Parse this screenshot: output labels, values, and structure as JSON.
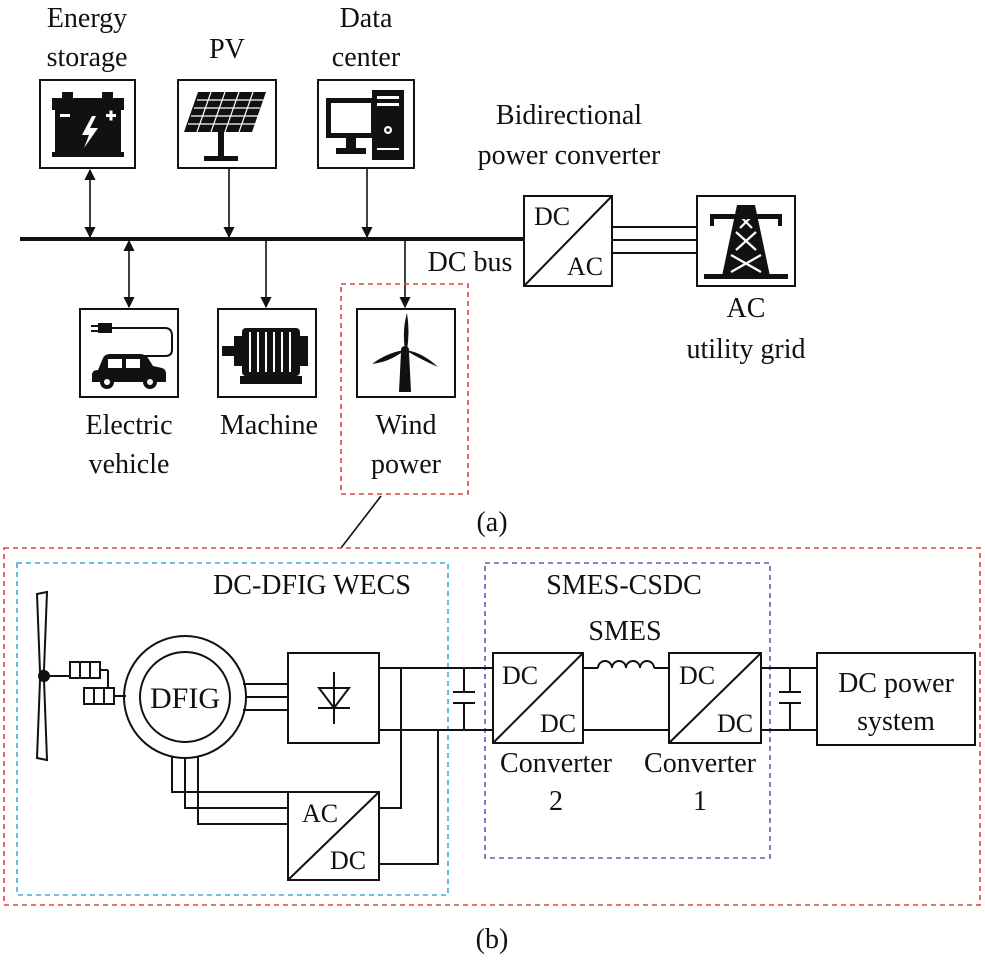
{
  "part_a": {
    "energy_storage_label": [
      "Energy",
      "storage"
    ],
    "pv_label": "PV",
    "data_center_label": [
      "Data",
      "center"
    ],
    "converter_title": [
      "Bidirectional",
      "power converter"
    ],
    "converter_dc": "DC",
    "converter_ac": "AC",
    "dc_bus_label": "DC bus",
    "grid_label": [
      "AC",
      "utility grid"
    ],
    "ev_label": [
      "Electric",
      "vehicle"
    ],
    "machine_label": "Machine",
    "wind_label": [
      "Wind",
      "power"
    ],
    "caption": "(a)"
  },
  "part_b": {
    "wecs_title": "DC-DFIG WECS",
    "dfig_label": "DFIG",
    "acdc_ac": "AC",
    "acdc_dc": "DC",
    "smes_group_title": "SMES-CSDC",
    "smes_label": "SMES",
    "conv2_top": "DC",
    "conv2_bottom": "DC",
    "conv2_label": [
      "Converter",
      "2"
    ],
    "conv1_top": "DC",
    "conv1_bottom": "DC",
    "conv1_label": [
      "Converter",
      "1"
    ],
    "dc_system_label": [
      "DC power",
      "system"
    ],
    "caption": "(b)"
  },
  "colors": {
    "line": "#111111",
    "wind_highlight_dashed": "#e0403f",
    "wecs_group_dashed": "#3bb0d6",
    "smes_group_dashed": "#7b4fb0"
  },
  "icons": [
    "battery-icon",
    "solar-panel-icon",
    "computer-icon",
    "transmission-tower-icon",
    "electric-car-icon",
    "motor-icon",
    "wind-turbine-icon",
    "turbine-blade-icon",
    "gearbox-icon",
    "diode-icon",
    "inductor-icon",
    "capacitor-icon"
  ]
}
